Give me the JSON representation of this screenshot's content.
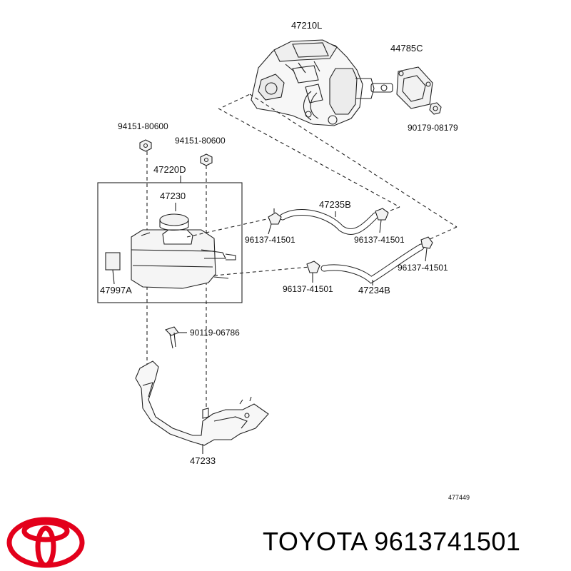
{
  "parts": {
    "booster_assy": "47210L",
    "gasket": "44785C",
    "nut_booster": "90179-08179",
    "clip_left": "94151-80600",
    "clip_right": "94151-80600",
    "reservoir_assy": "47220D",
    "cap": "47230",
    "label_plate": "47997A",
    "hose_upper": "47235B",
    "hose_lower": "47234B",
    "clamp_1": "96137-41501",
    "clamp_2": "96137-41501",
    "clamp_3": "96137-41501",
    "clamp_4": "96137-41501",
    "bolt": "90119-06786",
    "bracket": "47233"
  },
  "diagram_code": "477449",
  "brand": {
    "text": "TOYOTA 9613741501",
    "logo_color": "#e3001b"
  }
}
